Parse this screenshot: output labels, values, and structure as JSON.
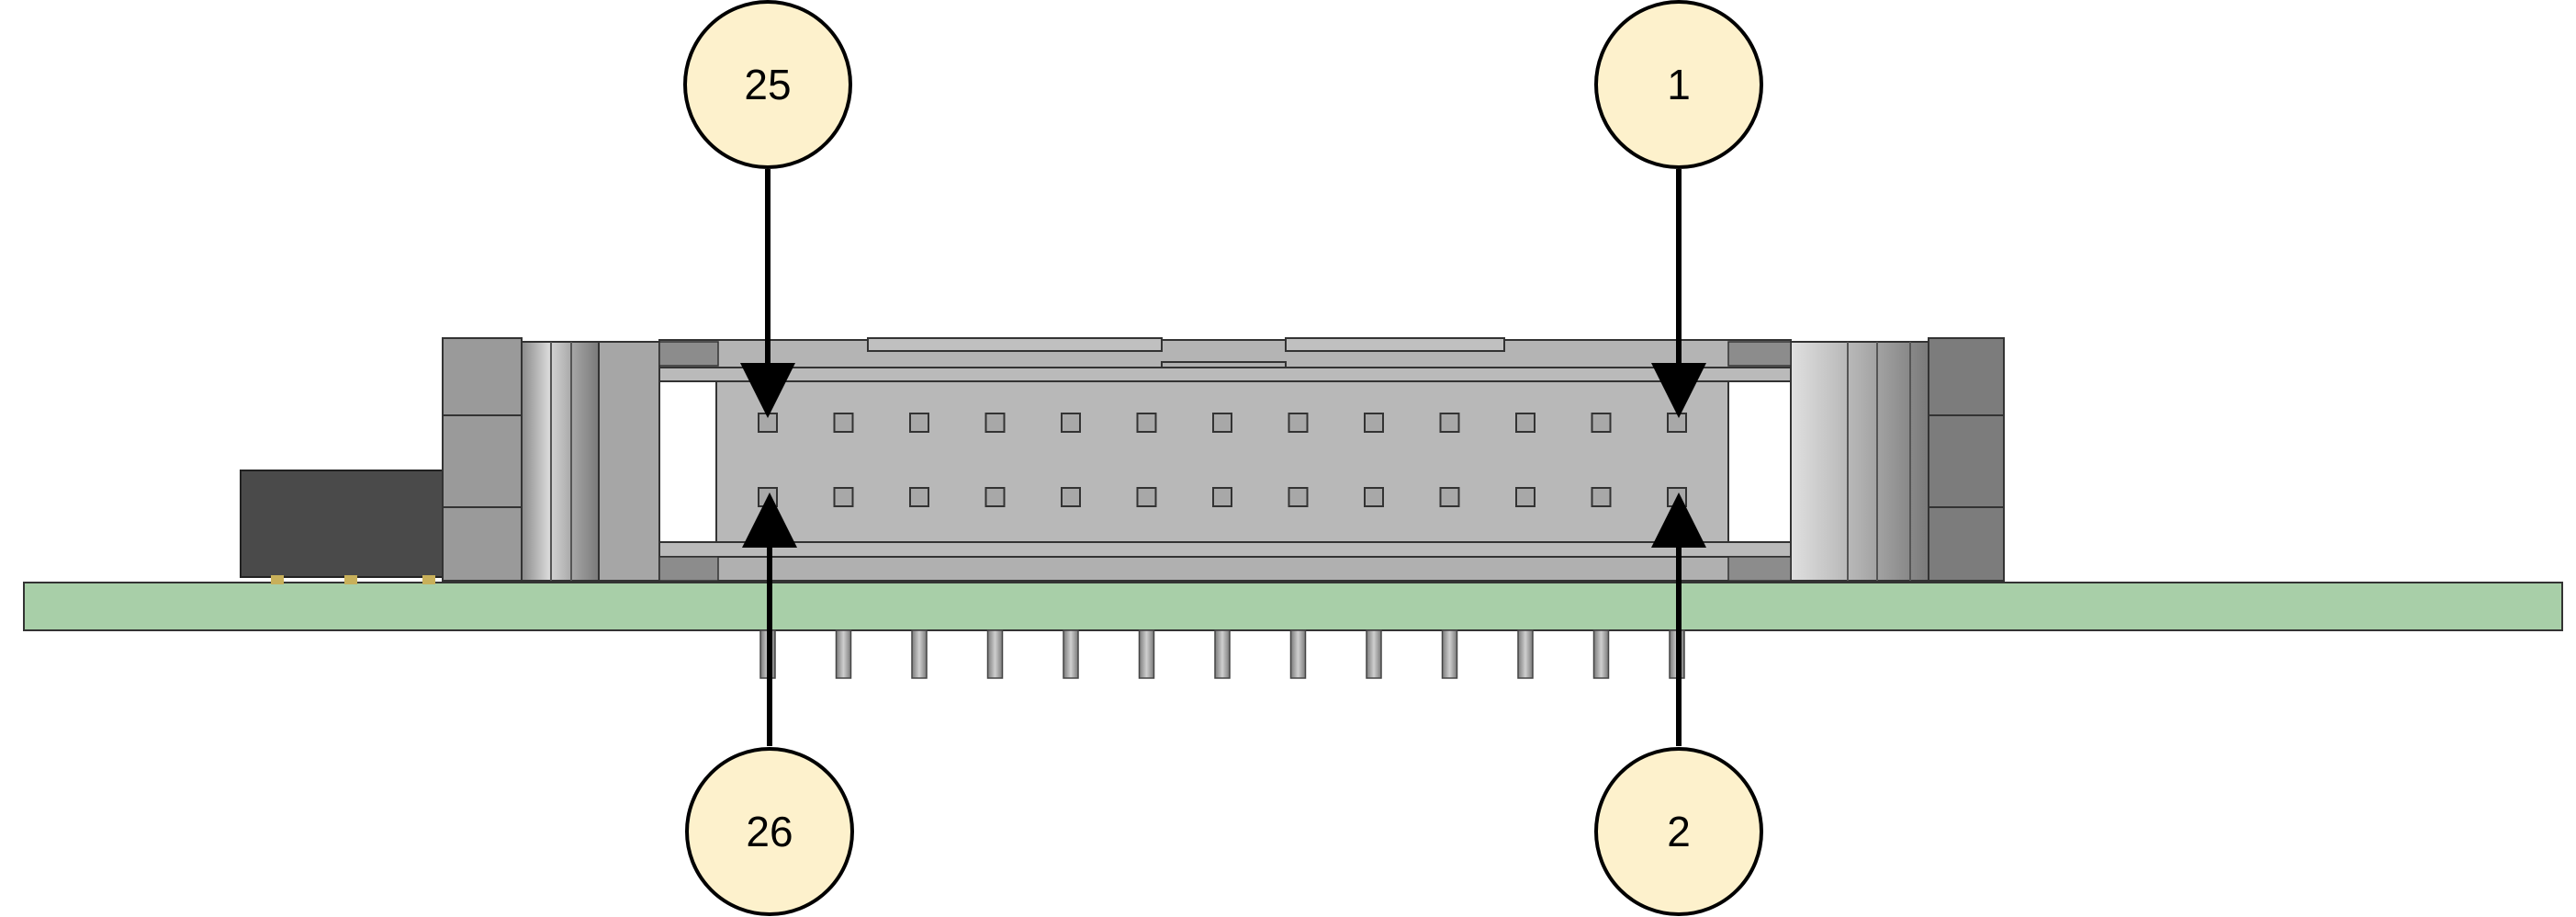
{
  "diagram": {
    "callouts": [
      {
        "id": "25",
        "label": "25"
      },
      {
        "id": "1",
        "label": "1"
      },
      {
        "id": "26",
        "label": "26"
      },
      {
        "id": "2",
        "label": "2"
      }
    ],
    "pin_count_per_row": 13,
    "colors": {
      "pcb": "#a8cfa8",
      "housing": "#b8b8b8",
      "housing_dark": "#8c8c8c",
      "latch": "#9a9a9a",
      "side_component": "#4a4a4a",
      "callout_fill": "#fdf1cc",
      "outline": "#000000"
    }
  }
}
